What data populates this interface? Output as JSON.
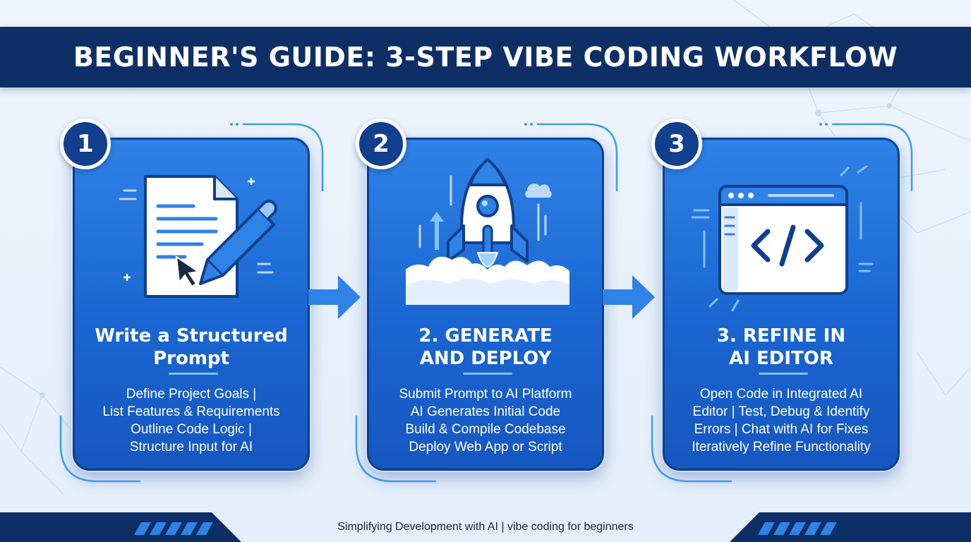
{
  "title": "BEGINNER'S GUIDE: 3-STEP VIBE CODING WORKFLOW",
  "steps": [
    {
      "number": "1",
      "title_lines": [
        "Write a Structured",
        "Prompt"
      ],
      "body_lines": [
        "Define Project Goals |",
        "List Features & Requirements",
        "Outline Code Logic |",
        "Structure Input for AI"
      ],
      "icon": "document-pencil-icon"
    },
    {
      "number": "2",
      "title_lines": [
        "2. GENERATE",
        "AND DEPLOY"
      ],
      "body_lines": [
        "Submit Prompt to AI Platform",
        "AI Generates Initial Code",
        "Build & Compile Codebase",
        "Deploy Web App or Script"
      ],
      "icon": "rocket-icon"
    },
    {
      "number": "3",
      "title_lines": [
        "3. REFINE IN",
        "AI EDITOR"
      ],
      "body_lines": [
        "Open Code in Integrated AI",
        "Editor | Test, Debug & Identify",
        "Errors | Chat with AI for Fixes",
        "Iteratively Refine Functionality"
      ],
      "icon": "code-window-icon"
    }
  ],
  "footer": "Simplifying Development with AI | vibe coding for beginners",
  "colors": {
    "banner": "#0e2f66",
    "card_top": "#2f82e6",
    "card_bottom": "#1657c0",
    "badge": "#123f8e",
    "accent": "#3d9bf0"
  }
}
